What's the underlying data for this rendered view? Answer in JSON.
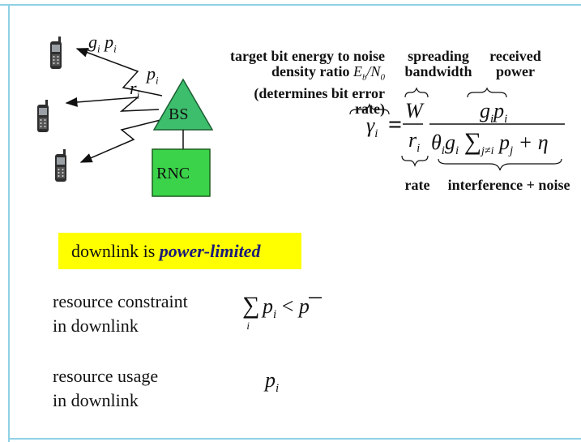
{
  "diagram": {
    "bs_label": "BS",
    "rnc_label": "RNC",
    "link_label_gp": "g",
    "link_label_gp_sub": "i",
    "link_label_gp2": "p",
    "link_label_gp2_sub": "i",
    "link_label_p": "p",
    "link_label_p_sub": "i",
    "link_label_r": "r",
    "link_label_r_sub": "i"
  },
  "annotations": {
    "target_line1": "target bit energy to noise",
    "target_line2": "density ratio",
    "target_ratio": "E",
    "target_ratio_sub": "b",
    "target_ratio_rest": "/N",
    "target_ratio_sub2": "0",
    "target_line3": "(determines bit error rate)",
    "spreading_line1": "spreading",
    "spreading_line2": "bandwidth",
    "received_line1": "received",
    "received_line2": "power",
    "rate": "rate",
    "interference": "interference + noise"
  },
  "formula": {
    "gamma": "γ",
    "gamma_sub": "i",
    "equals": "=",
    "W": "W",
    "r": "r",
    "r_sub": "i",
    "num_g": "g",
    "num_g_sub": "i",
    "num_p": "p",
    "num_p_sub": "i",
    "theta": "θ",
    "theta_sub": "i",
    "den_g": "g",
    "den_g_sub": "i",
    "sum": "∑",
    "sum_sub": "j≠i",
    "den_p": "p",
    "den_p_sub": "j",
    "plus_eta": "+ η"
  },
  "highlight": {
    "prefix": "downlink is ",
    "emphasis": "power-limited"
  },
  "constraint": {
    "line1": "resource constraint",
    "line2": "in downlink",
    "sum": "∑",
    "sum_sub": "i",
    "p": "p",
    "p_sub": "i",
    "lt": "<",
    "pbar": "p"
  },
  "usage": {
    "line1": "resource usage",
    "line2": "in downlink",
    "p": "p",
    "p_sub": "i"
  },
  "colors": {
    "bs_fill": "#3dbe6c",
    "rnc_fill": "#3ad34a",
    "highlight": "#ffff00",
    "frame": "#8fd1e6",
    "phone_body": "#333333"
  }
}
